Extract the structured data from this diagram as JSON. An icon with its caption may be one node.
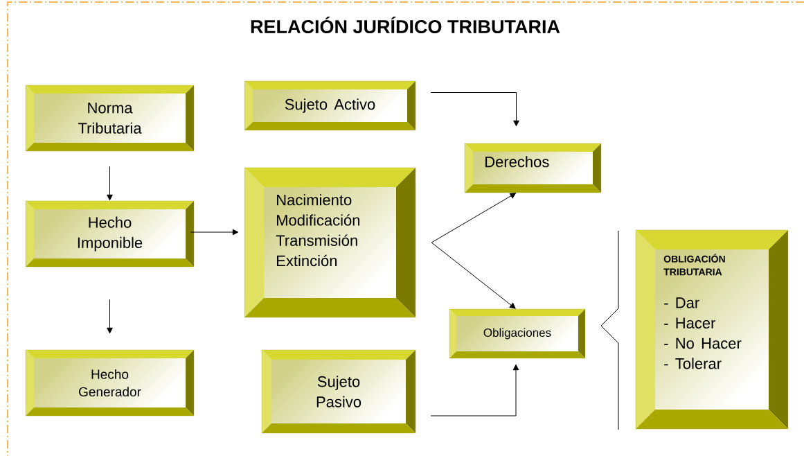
{
  "diagram": {
    "title": "RELACIÓN JURÍDICO TRIBUTARIA",
    "nodes": [
      {
        "text": [
          "Norma Tributaria"
        ]
      },
      {
        "text": [
          "Hecho Imponible"
        ]
      },
      {
        "text": [
          "Hecho Generador"
        ]
      },
      {
        "text": [
          "Sujeto Activo"
        ]
      },
      {
        "text": [
          "Nacimiento",
          "Modificación",
          "Transmisión",
          "Extinción"
        ]
      },
      {
        "text": [
          "Derechos"
        ]
      },
      {
        "text": [
          "Obligaciones"
        ]
      },
      {
        "text": [
          "Sujeto Pasivo"
        ]
      },
      {
        "text": [
          "OBLIGACIÓN TRIBUTARIA",
          "- Dar",
          "- Hacer",
          "- No Hacer",
          "- Tolerar"
        ]
      }
    ],
    "edges": [
      {
        "from": 0,
        "to": 1,
        "arrow": "to"
      },
      {
        "from": 1,
        "to": 2,
        "arrow": "to"
      },
      {
        "from": 1,
        "to": 4,
        "arrow": "to"
      },
      {
        "from": 3,
        "to": 5,
        "arrow": "to"
      },
      {
        "from": 4,
        "to": 5,
        "arrow": "to"
      },
      {
        "from": 4,
        "to": 6,
        "arrow": "to"
      },
      {
        "from": 7,
        "to": 6,
        "arrow": "to"
      }
    ]
  }
}
